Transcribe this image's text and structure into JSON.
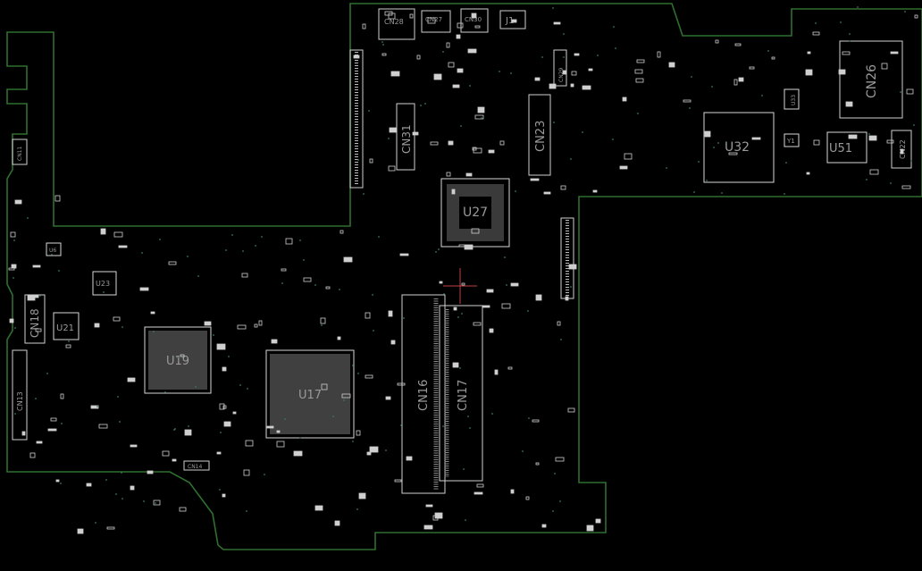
{
  "colors": {
    "background": "#000000",
    "outline": "#2f6f2f",
    "component": "#d8d8d8",
    "label": "#9a9a9a",
    "marker": "#c04040"
  },
  "labels": {
    "cn28": "CN28",
    "cn27": "CN27",
    "cn30": "CN30",
    "j1": "J1",
    "cn29": "CN29",
    "cn31": "CN31",
    "cn23": "CN23",
    "cn26": "CN26",
    "u32": "U32",
    "u51": "U51",
    "cn22": "CN22",
    "u27": "U27",
    "u23": "U23",
    "cn18": "CN18",
    "u21": "U21",
    "u19": "U19",
    "u17": "U17",
    "cn13": "CN13",
    "cn16": "CN16",
    "cn17": "CN17",
    "cn14": "CN14",
    "cn11": "CN11",
    "u33": "U33",
    "y1": "Y1",
    "u6": "U6"
  }
}
